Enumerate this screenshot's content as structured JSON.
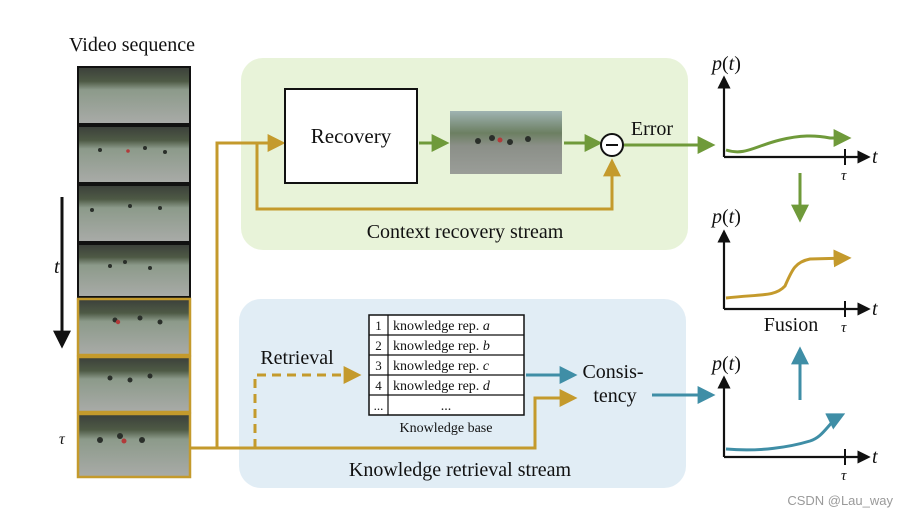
{
  "video": {
    "title": "Video sequence",
    "time_label": "t",
    "tau_label": "τ"
  },
  "context_stream": {
    "label": "Context recovery stream",
    "recovery_label": "Recovery",
    "error_label": "Error"
  },
  "knowledge_stream": {
    "label": "Knowledge retrieval stream",
    "retrieval_label": "Retrieval",
    "consistency_line1": "Consis-",
    "consistency_line2": "tency",
    "kb_caption": "Knowledge base",
    "kb_rows": [
      {
        "index": "1",
        "text": "knowledge rep. ",
        "var": "a"
      },
      {
        "index": "2",
        "text": "knowledge rep. ",
        "var": "b"
      },
      {
        "index": "3",
        "text": "knowledge rep. ",
        "var": "c"
      },
      {
        "index": "4",
        "text": "knowledge rep. ",
        "var": "d"
      },
      {
        "index": "...",
        "text": "...",
        "var": ""
      }
    ]
  },
  "plots": {
    "y_label_p": "p",
    "y_label_paren_open": "(",
    "y_label_t": "t",
    "y_label_paren_close": ")",
    "x_label": "t",
    "tau": "τ",
    "fusion_label": "Fusion"
  },
  "watermark": "CSDN @Lau_way",
  "colors": {
    "green": "#6f9a3a",
    "gold": "#c49a2c",
    "blue": "#3f8ea6",
    "green_bg": "#e8f3d9",
    "blue_bg": "#e1edf5"
  }
}
